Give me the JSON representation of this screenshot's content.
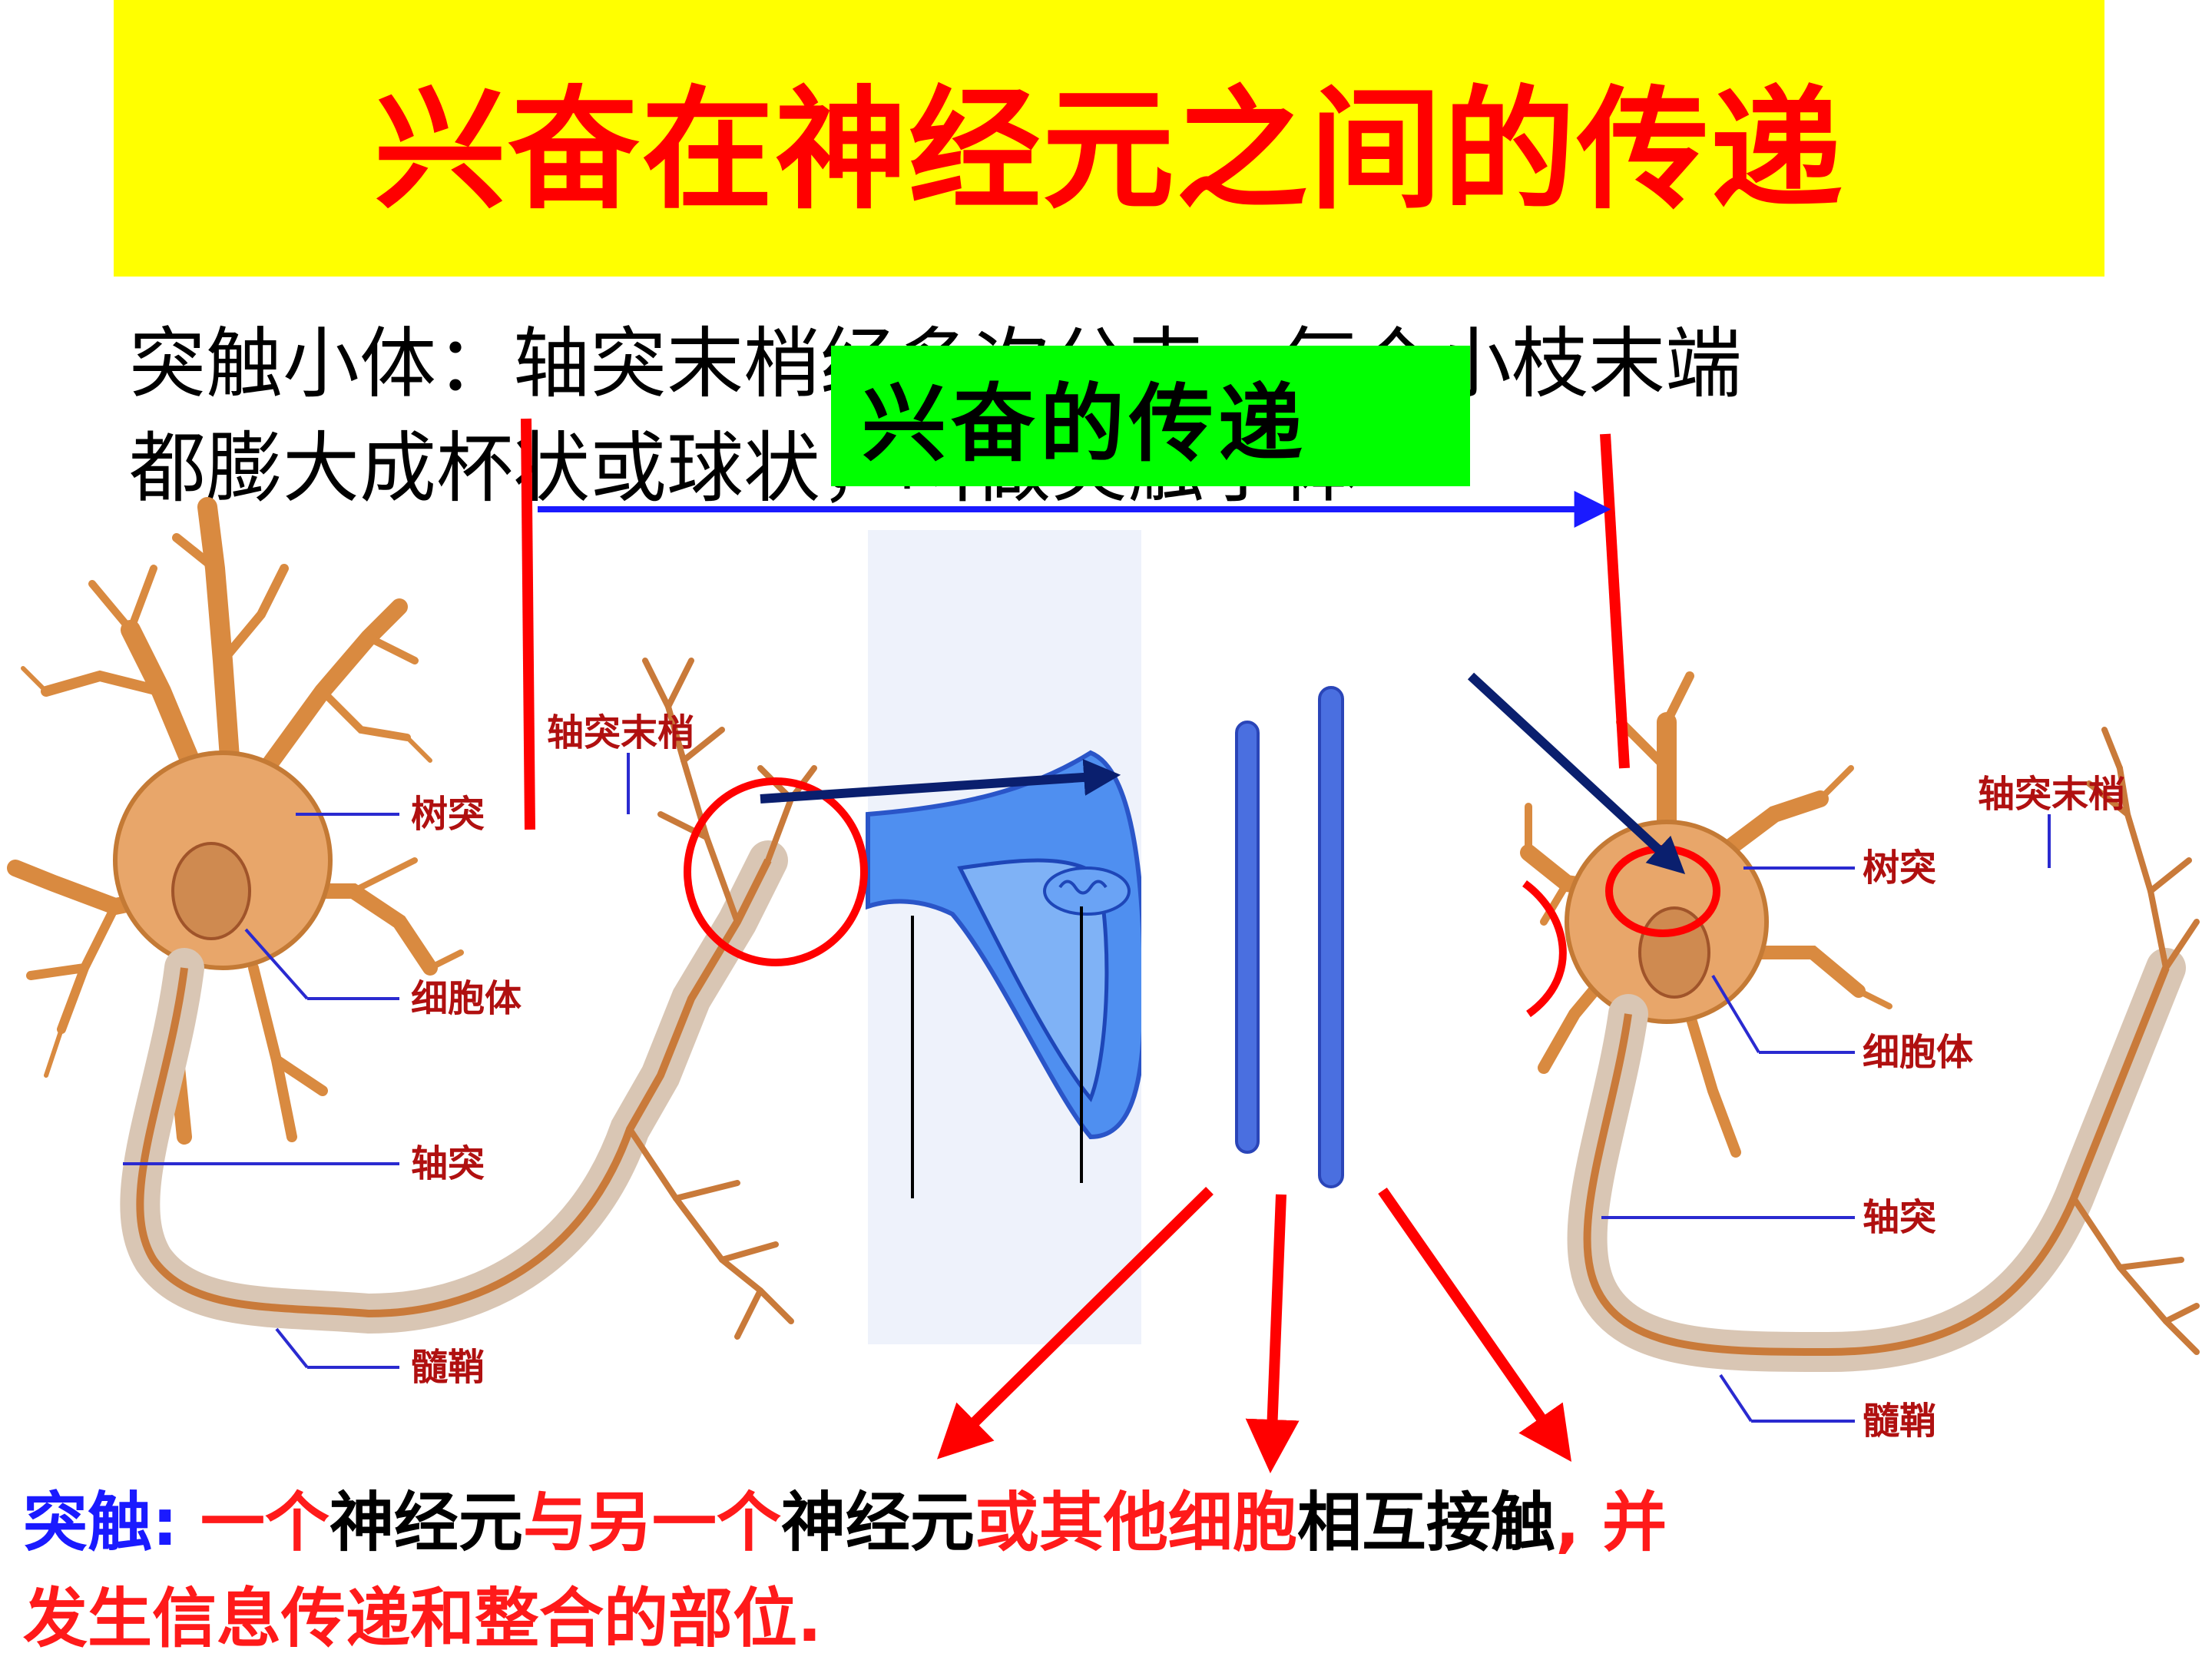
{
  "title": "兴奋在神经元之间的传递",
  "definition": {
    "line1": "突触小体：轴突末梢经多次分支，每个小枝末端",
    "line2": "都膨大成杯状或球状，叫做突触小体"
  },
  "green_label": "兴奋的传递",
  "neuron_left": {
    "labels": {
      "axon_terminal": "轴突末梢",
      "dendrite": "树突",
      "cell_body": "细胞体",
      "axon": "轴突",
      "myelin": "髓鞘"
    }
  },
  "neuron_right": {
    "labels": {
      "axon_terminal": "轴突末梢",
      "dendrite": "树突",
      "cell_body": "细胞体",
      "axon": "轴突",
      "myelin": "髓鞘"
    }
  },
  "synapse_definition": {
    "term": "突触",
    "sep": ": ",
    "p1": "一个",
    "p2": "神经元",
    "p3": "与另一个",
    "p4": "神经元",
    "p5": "或其他细胞",
    "p6": "相互接触",
    "p7": ", 并",
    "line2": "发生信息传递和整合的部位."
  },
  "colors": {
    "title_bg": "#ffff00",
    "title_text": "#ff0000",
    "green_box": "#00ff00",
    "neuron": "#d98a40",
    "synapse_blue": "#4a6fe0",
    "arrow_red": "#ff0000",
    "arrow_navy": "#0a1f6e",
    "arrow_blue": "#1a1aff"
  }
}
